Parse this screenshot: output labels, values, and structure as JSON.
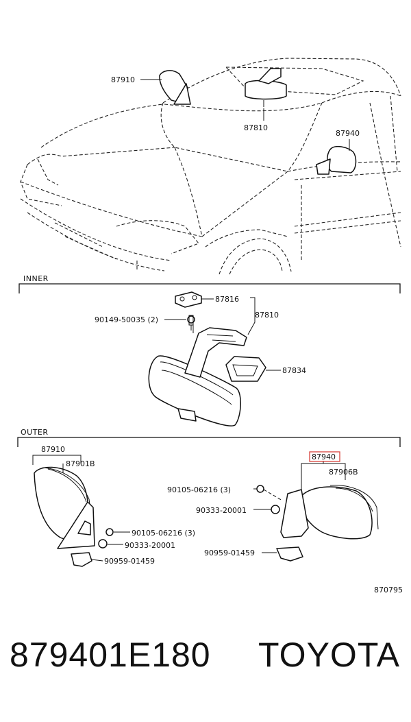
{
  "sections": {
    "inner": "INNER",
    "outer": "OUTER"
  },
  "callouts": {
    "car_mirror_left": "87910",
    "car_rear_view": "87810",
    "car_mirror_right": "87940",
    "inner_bracket": "87816",
    "inner_screw": "90149-50035 (2)",
    "inner_mirror": "87810",
    "inner_cover": "87834",
    "outer_left_assy": "87910",
    "outer_left_cover": "87901B",
    "outer_left_nut": "90105-06216 (3)",
    "outer_left_plug": "90333-20001",
    "outer_left_clip": "90959-01459",
    "outer_right_assy": "87940",
    "outer_right_cover": "87906B",
    "outer_right_nut": "90105-06216 (3)",
    "outer_right_plug": "90333-20001",
    "outer_right_clip": "90959-01459",
    "diagram_code": "870795"
  },
  "highlight_color": "#d8413c",
  "footer": {
    "part_number": "879401E180",
    "brand": "TOYOTA"
  }
}
